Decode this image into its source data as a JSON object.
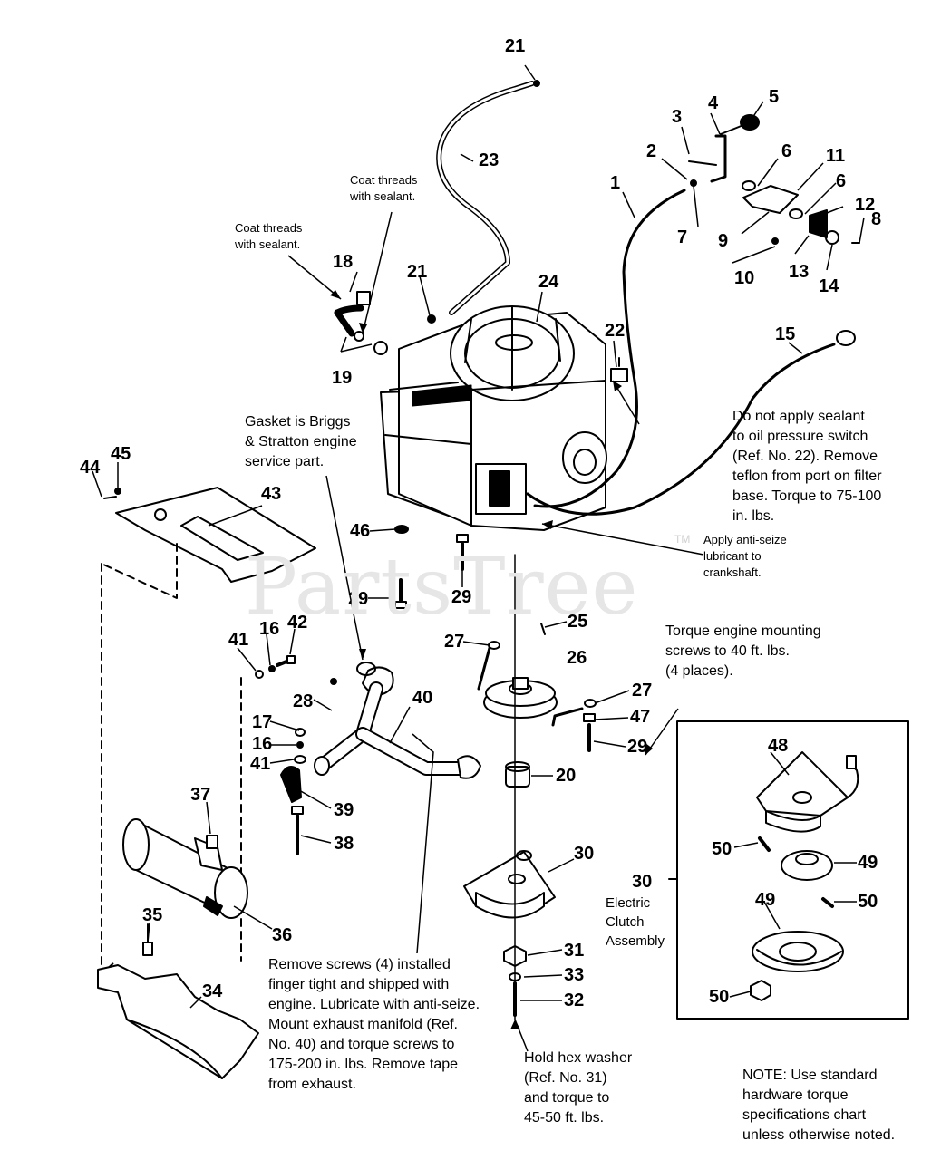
{
  "watermark": {
    "brand": "PartsTree",
    "trademark": "TM"
  },
  "notes": {
    "coat_threads_1": "Coat threads\nwith sealant.",
    "coat_threads_2": "Coat threads\nwith sealant.",
    "gasket": "Gasket is Briggs\n& Stratton engine\nservice part.",
    "oil_pressure": "Do not apply sealant\nto oil pressure switch\n(Ref. No. 22).  Remove\nteflon from port on filter\nbase.  Torque to 75-100\nin. lbs.",
    "anti_seize": "Apply anti-seize\nlubricant to\ncrankshaft.",
    "torque_mount": "Torque engine mounting\nscrews to 40 ft. lbs.\n(4 places).",
    "clutch_assembly": "Electric\nClutch\nAssembly",
    "remove_screws": "Remove screws (4) installed\nfinger tight and shipped with\nengine.  Lubricate with anti-seize.\nMount exhaust manifold (Ref.\nNo. 40) and torque screws to\n175-200 in. lbs.  Remove tape\nfrom exhaust.",
    "hex_washer": "Hold hex washer\n(Ref. No. 31)\nand torque to\n45-50  ft. lbs.",
    "note_std": "NOTE:  Use standard\nhardware torque\nspecifications chart\nunless otherwise noted."
  },
  "callouts": [
    {
      "id": "c21a",
      "label": "21"
    },
    {
      "id": "c23",
      "label": "23"
    },
    {
      "id": "c18",
      "label": "18"
    },
    {
      "id": "c19",
      "label": "19"
    },
    {
      "id": "c21b",
      "label": "21"
    },
    {
      "id": "c24",
      "label": "24"
    },
    {
      "id": "c22",
      "label": "22"
    },
    {
      "id": "c15",
      "label": "15"
    },
    {
      "id": "c1",
      "label": "1"
    },
    {
      "id": "c2",
      "label": "2"
    },
    {
      "id": "c3",
      "label": "3"
    },
    {
      "id": "c4",
      "label": "4"
    },
    {
      "id": "c5",
      "label": "5"
    },
    {
      "id": "c6a",
      "label": "6"
    },
    {
      "id": "c6b",
      "label": "6"
    },
    {
      "id": "c7",
      "label": "7"
    },
    {
      "id": "c8",
      "label": "8"
    },
    {
      "id": "c9",
      "label": "9"
    },
    {
      "id": "c10",
      "label": "10"
    },
    {
      "id": "c11",
      "label": "11"
    },
    {
      "id": "c12",
      "label": "12"
    },
    {
      "id": "c13",
      "label": "13"
    },
    {
      "id": "c14",
      "label": "14"
    },
    {
      "id": "c44",
      "label": "44"
    },
    {
      "id": "c45",
      "label": "45"
    },
    {
      "id": "c43",
      "label": "43"
    },
    {
      "id": "c46",
      "label": "46"
    },
    {
      "id": "c29a",
      "label": "29"
    },
    {
      "id": "c29b",
      "label": "29"
    },
    {
      "id": "c25",
      "label": "25"
    },
    {
      "id": "c27a",
      "label": "27"
    },
    {
      "id": "c26",
      "label": "26"
    },
    {
      "id": "c27b",
      "label": "27"
    },
    {
      "id": "c47",
      "label": "47"
    },
    {
      "id": "c29c",
      "label": "29"
    },
    {
      "id": "c20",
      "label": "20"
    },
    {
      "id": "c41a",
      "label": "41"
    },
    {
      "id": "c16a",
      "label": "16"
    },
    {
      "id": "c42",
      "label": "42"
    },
    {
      "id": "c28",
      "label": "28"
    },
    {
      "id": "c40",
      "label": "40"
    },
    {
      "id": "c17",
      "label": "17"
    },
    {
      "id": "c16b",
      "label": "16"
    },
    {
      "id": "c41b",
      "label": "41"
    },
    {
      "id": "c39",
      "label": "39"
    },
    {
      "id": "c37",
      "label": "37"
    },
    {
      "id": "c38",
      "label": "38"
    },
    {
      "id": "c36",
      "label": "36"
    },
    {
      "id": "c35",
      "label": "35"
    },
    {
      "id": "c34",
      "label": "34"
    },
    {
      "id": "c30a",
      "label": "30"
    },
    {
      "id": "c31",
      "label": "31"
    },
    {
      "id": "c33",
      "label": "33"
    },
    {
      "id": "c32",
      "label": "32"
    },
    {
      "id": "c48",
      "label": "48"
    },
    {
      "id": "c50a",
      "label": "50"
    },
    {
      "id": "c49a",
      "label": "49"
    },
    {
      "id": "c30b",
      "label": "30"
    },
    {
      "id": "c49b",
      "label": "49"
    },
    {
      "id": "c50b",
      "label": "50"
    },
    {
      "id": "c50c",
      "label": "50"
    }
  ]
}
